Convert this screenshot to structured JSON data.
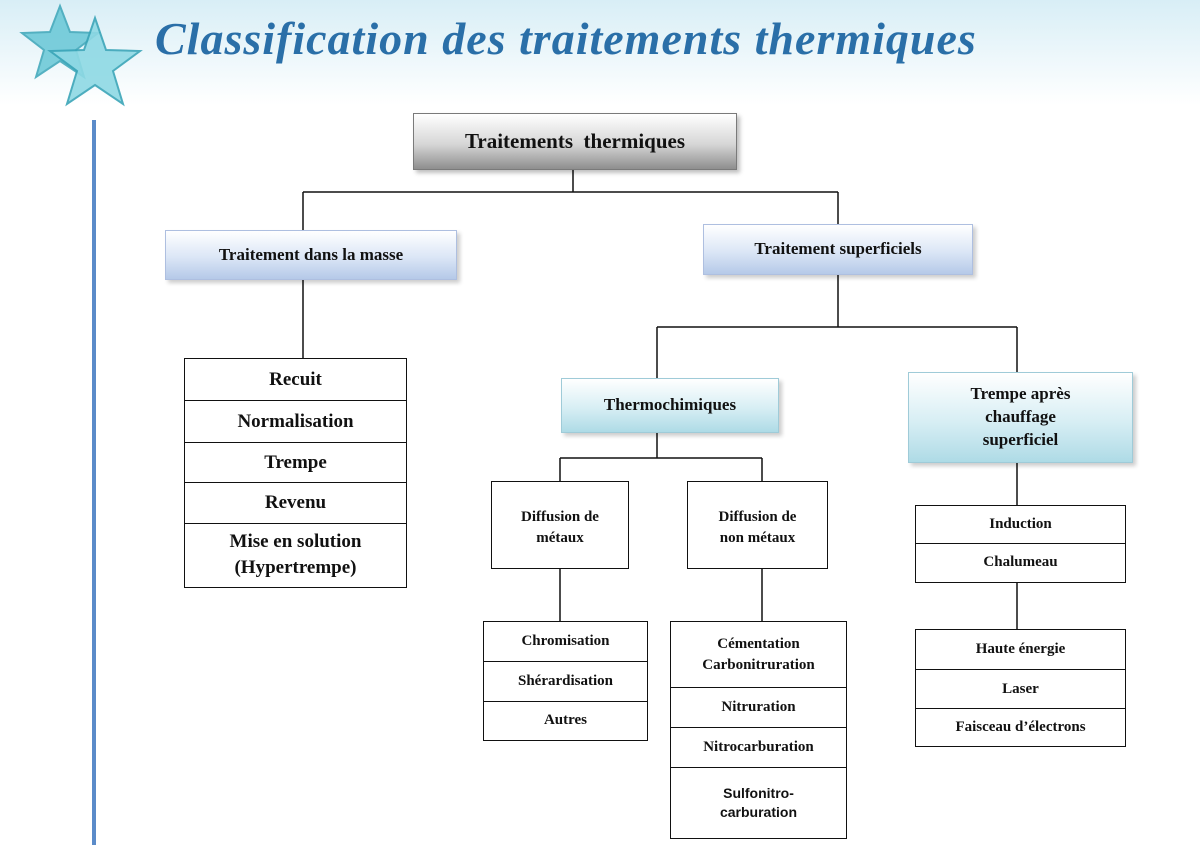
{
  "title": "Classification des traitements thermiques",
  "colors": {
    "title": "#2a6fa8",
    "accent_line": "#5b8bc9"
  },
  "root": "Traitements  thermiques",
  "masse": {
    "label": "Traitement dans la masse",
    "items": [
      "Recuit",
      "Normalisation",
      "Trempe",
      "Revenu",
      "Mise en solution",
      "(Hypertrempe)"
    ]
  },
  "superficiels": {
    "label": "Traitement superficiels",
    "thermochimiques": {
      "label": "Thermochimiques",
      "metaux": {
        "label_line1": "Diffusion de",
        "label_line2": "métaux",
        "items": [
          "Chromisation",
          "Shérardisation",
          "Autres"
        ]
      },
      "non_metaux": {
        "label_line1": "Diffusion de",
        "label_line2": "non métaux",
        "items": [
          "Cémentation",
          "Carbonitruration",
          "Nitruration",
          "Nitrocarburation",
          "Sulfonitro-",
          "carburation"
        ]
      }
    },
    "trempe": {
      "label_line1": "Trempe après",
      "label_line2": "chauffage",
      "label_line3": "superficiel",
      "items": [
        "Induction",
        "Chalumeau"
      ],
      "haute_energie": [
        "Haute énergie",
        "Laser",
        "Faisceau d’électrons"
      ]
    }
  }
}
